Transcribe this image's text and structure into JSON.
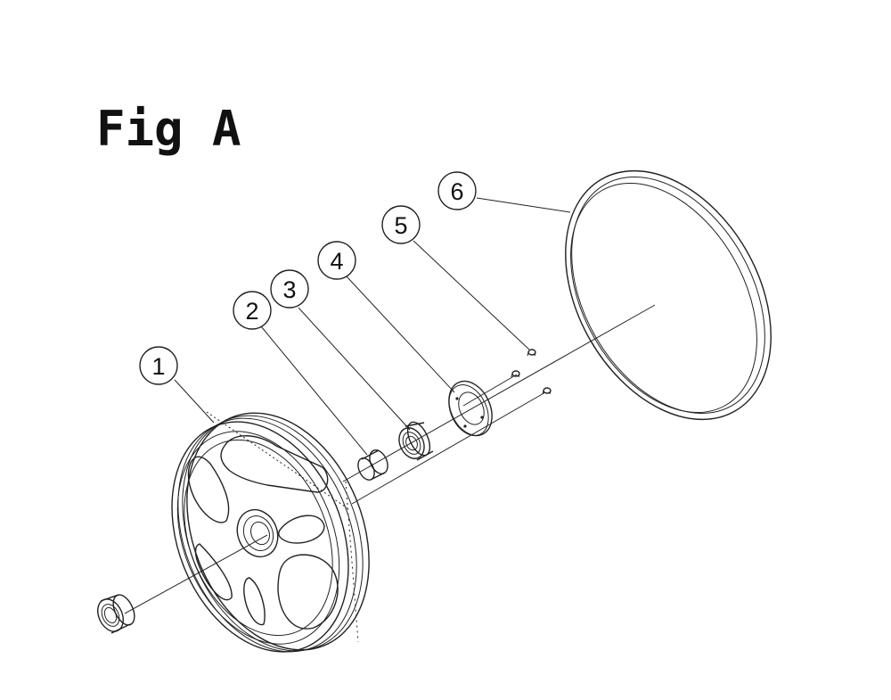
{
  "figure": {
    "title": "Fig A"
  },
  "callouts": [
    {
      "label": "1",
      "part": "pulley-wheel"
    },
    {
      "label": "2",
      "part": "spacer-bushing"
    },
    {
      "label": "3",
      "part": "ball-bearing"
    },
    {
      "label": "4",
      "part": "retaining-plate"
    },
    {
      "label": "5",
      "part": "screw"
    },
    {
      "label": "6",
      "part": "tire-band"
    }
  ]
}
